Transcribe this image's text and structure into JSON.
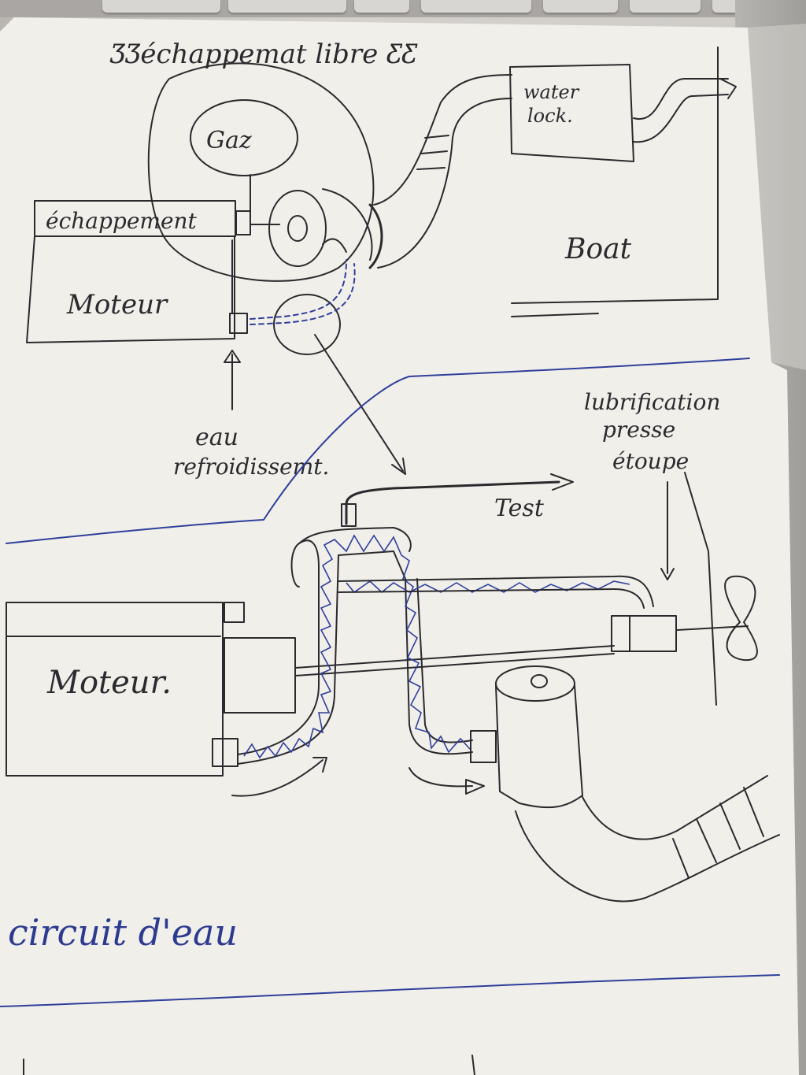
{
  "labels": {
    "title_top": "ƷƷéchappemat libre ƸƸ",
    "gaz": "Gaz",
    "echappement": "échappement",
    "moteur_top": "Moteur",
    "water_lock_line1": "water",
    "water_lock_line2": "lock.",
    "boat": "Boat",
    "eau_line1": "eau",
    "eau_line2": "refroidissemt.",
    "lubrification_line1": "lubrification",
    "lubrification_line2": "presse",
    "lubrification_line3": "étoupe",
    "test": "Test",
    "moteur_bottom": "Moteur.",
    "circuit": "circuit d'eau"
  },
  "colors": {
    "paper": "#f1efea",
    "ink": "#2a2a2e",
    "blue_ink": "#2f3f9a",
    "background": "#c9c6c2"
  }
}
